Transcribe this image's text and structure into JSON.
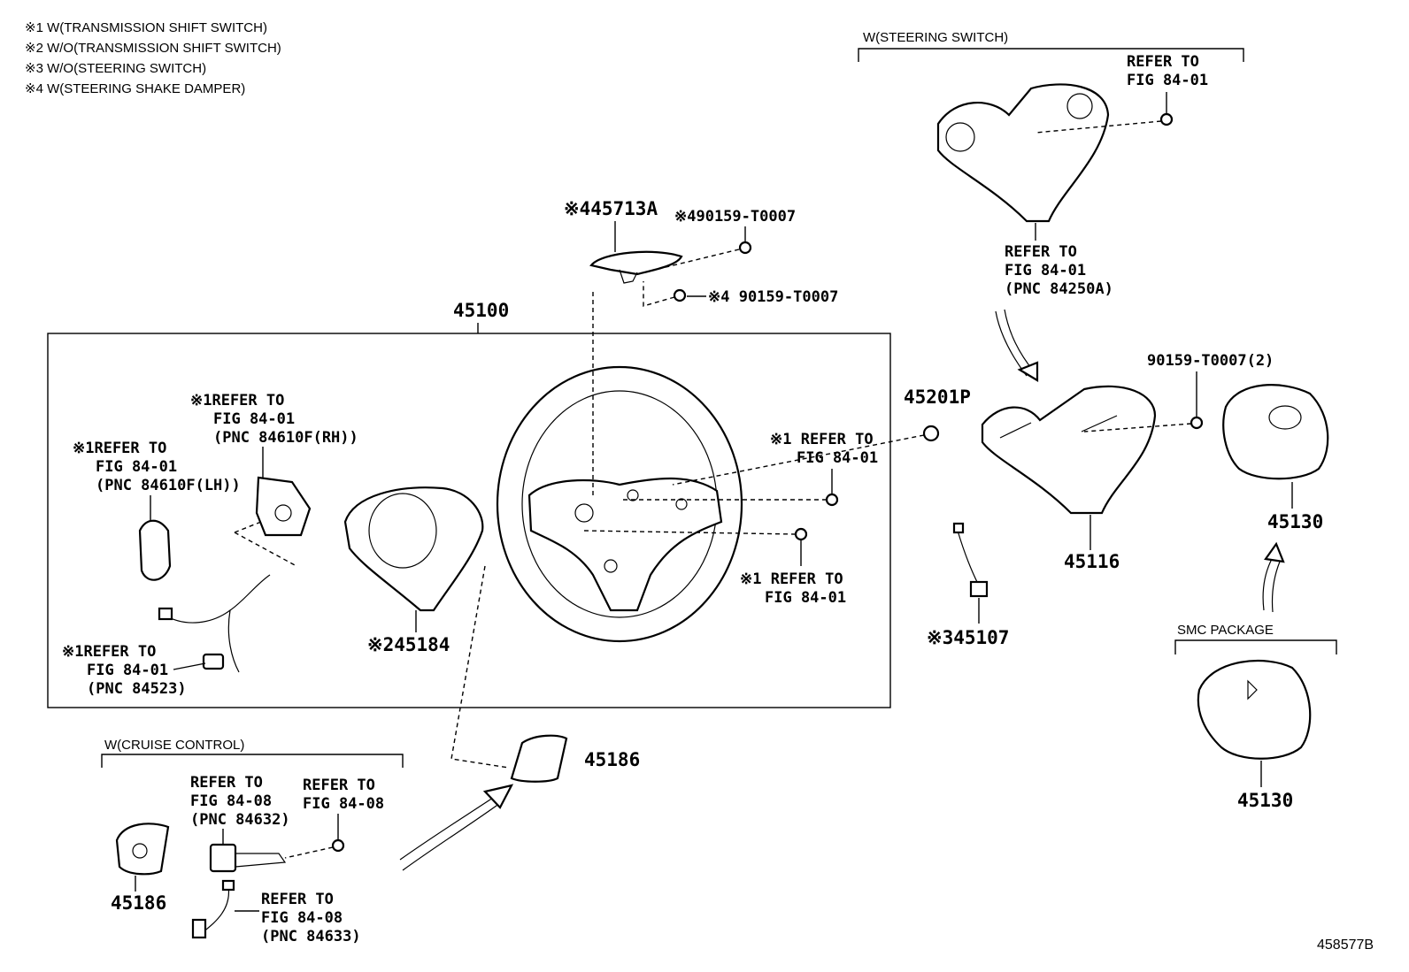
{
  "notes": [
    "※1 W(TRANSMISSION SHIFT SWITCH)",
    "※2 W/O(TRANSMISSION SHIFT SWITCH)",
    "※3 W/O(STEERING SWITCH)",
    "※4 W(STEERING SHAKE DAMPER)"
  ],
  "groups": {
    "steering_switch": "W(STEERING SWITCH)",
    "cruise_control": "W(CRUISE CONTROL)",
    "smc_package": "SMC PACKAGE"
  },
  "parts": {
    "p45100": "45100",
    "p45713a": "※445713A",
    "p90159_top": "※490159-T0007",
    "p90159_mid": "※4 90159-T0007",
    "p45201p": "45201P",
    "p90159_2": "90159-T0007(2)",
    "p45116": "45116",
    "p45130_top": "45130",
    "p45130_bot": "45130",
    "p45107": "※345107",
    "p45184": "※245184",
    "p45186_mid": "45186",
    "p45186_left": "45186"
  },
  "refs": {
    "ref_ss_bolt": [
      "REFER TO",
      "FIG 84-01"
    ],
    "ref_ss_pnc": [
      "REFER TO",
      "FIG 84-01",
      "(PNC 84250A)"
    ],
    "ref_rh": [
      "※1REFER TO",
      "FIG 84-01",
      "(PNC 84610F(RH))"
    ],
    "ref_lh": [
      "※1REFER TO",
      "FIG 84-01",
      "(PNC 84610F(LH))"
    ],
    "ref_84523": [
      "※1REFER TO",
      "FIG 84-01",
      "(PNC 84523)"
    ],
    "ref_wheel_a": [
      "※1 REFER TO",
      "FIG 84-01"
    ],
    "ref_wheel_b": [
      "※1 REFER TO",
      "FIG 84-01"
    ],
    "ref_84632": [
      "REFER TO",
      "FIG 84-08",
      "(PNC 84632)"
    ],
    "ref_cc_bolt": [
      "REFER TO",
      "FIG 84-08"
    ],
    "ref_84633": [
      "REFER TO",
      "FIG 84-08",
      "(PNC 84633)"
    ]
  },
  "figure_id": "458577B"
}
